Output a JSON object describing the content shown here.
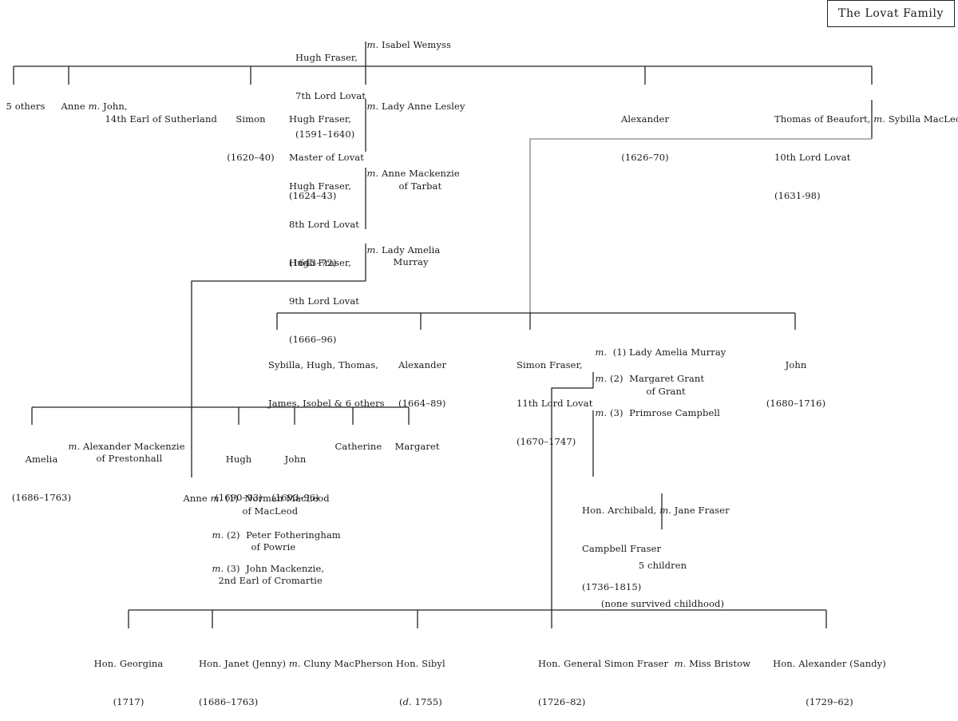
{
  "title": "The Lovat Family",
  "marriage_marker": "m.",
  "death_marker": "d.",
  "people": {
    "hugh7": {
      "name": "Hugh Fraser,",
      "title": "7th Lord Lovat",
      "dates": "(1591–1640)",
      "spouse": "Isabel Wemyss"
    },
    "five_others": {
      "name": "5 others"
    },
    "anne_suth": {
      "name": "Anne",
      "spouse_l1": "John,",
      "spouse_l2": "14th Earl of Sutherland"
    },
    "simon_1620": {
      "name": "Simon",
      "dates": "(1620–40)"
    },
    "hugh_master": {
      "name": "Hugh Fraser,",
      "title": "Master of Lovat",
      "dates": "(1624–43)",
      "spouse": "Lady Anne Lesley"
    },
    "alexander_1626": {
      "name": "Alexander",
      "dates": "(1626–70)"
    },
    "thomas10": {
      "name": "Thomas of Beaufort,",
      "title": "10th Lord Lovat",
      "dates": "(1631-98)",
      "spouse": "Sybilla MacLeod"
    },
    "hugh8": {
      "name": "Hugh Fraser,",
      "title": "8th Lord Lovat",
      "dates": "(1643–72)",
      "spouse_l1": "Anne Mackenzie",
      "spouse_l2": "of Tarbat"
    },
    "hugh9": {
      "name": "Hugh Fraser,",
      "title": "9th Lord Lovat",
      "dates": "(1666–96)",
      "spouse_l1": "Lady Amelia",
      "spouse_l2": "Murray"
    },
    "sybilla_group": {
      "line1": "Sybilla, Hugh, Thomas,",
      "line2": "James, Isobel & 6 others"
    },
    "alexander_1664": {
      "name": "Alexander",
      "dates": "(1664–89)"
    },
    "simon11": {
      "name": "Simon Fraser,",
      "title": "11th Lord Lovat",
      "dates": "(1670–1747)",
      "m1_num": "(1)",
      "m1": "Lady Amelia Murray",
      "m2_num": "(2)",
      "m2_l1": "Margaret Grant",
      "m2_l2": "of Grant",
      "m3_num": "(3)",
      "m3": "Primrose Campbell"
    },
    "john_1680": {
      "name": "John",
      "dates": "(1680–1716)"
    },
    "amelia": {
      "name": "Amelia",
      "dates": "(1686–1763)",
      "spouse_l1": "Alexander Mackenzie",
      "spouse_l2": "of Prestonhall"
    },
    "hugh_1690": {
      "name": "Hugh",
      "dates": "(1690–93)"
    },
    "john_1693": {
      "name": "John",
      "dates": "(1693–96)"
    },
    "catherine": {
      "name": "Catherine"
    },
    "margaret": {
      "name": "Margaret"
    },
    "anne_macleod": {
      "name": "Anne",
      "m1_num": "(1)",
      "m1_l1": "Norman MacLeod",
      "m1_l2": "of MacLeod",
      "m2_num": "(2)",
      "m2_l1": "Peter Fotheringham",
      "m2_l2": "of Powrie",
      "m3_num": "(3)",
      "m3_l1": "John Mackenzie,",
      "m3_l2": "2nd Earl of Cromartie"
    },
    "archibald": {
      "name": "Hon. Archibald,",
      "name2": "Campbell Fraser",
      "dates": "(1736–1815)",
      "spouse": "Jane Fraser"
    },
    "five_children": {
      "line1": "5 children",
      "line2": "(none survived childhood)"
    },
    "georgina": {
      "name": "Hon. Georgina",
      "dates": "(1717)"
    },
    "janet": {
      "name": "Hon. Janet (Jenny)",
      "dates": "(1686–1763)",
      "spouse": "Cluny MacPherson"
    },
    "sibyl": {
      "name": "Hon. Sibyl",
      "dates_prefix": "(",
      "dates_year": "1755)"
    },
    "gen_simon": {
      "name": "Hon. General Simon Fraser",
      "dates": "(1726–82)",
      "spouse": "Miss Bristow"
    },
    "alexander_sandy": {
      "name": "Hon. Alexander (Sandy)",
      "dates": "(1729–62)"
    }
  }
}
